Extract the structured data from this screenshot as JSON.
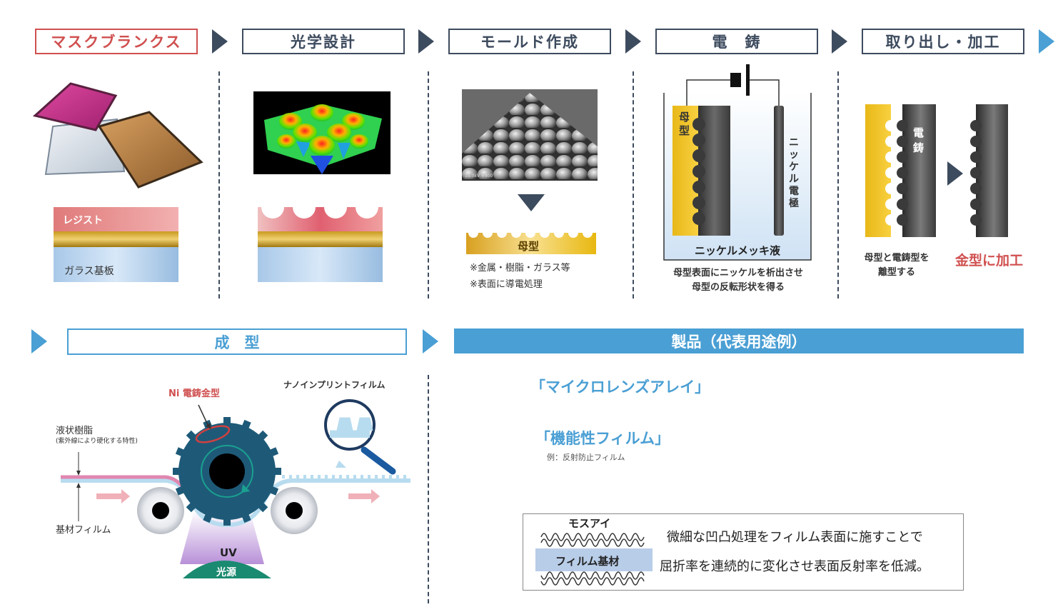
{
  "steps": [
    {
      "label": "マスクブランクス"
    },
    {
      "label": "光学設計"
    },
    {
      "label": "モールド作成"
    },
    {
      "label": "電　鋳"
    },
    {
      "label": "取り出し・加工"
    }
  ],
  "mask": {
    "resist": "レジスト",
    "glass": "ガラス基板"
  },
  "mold": {
    "label": "母型",
    "note1": "※金属・樹脂・ガラス等",
    "note2": "※表面に導電処理",
    "sem_text": "15.0kV ×400"
  },
  "electro": {
    "mother": "母型",
    "electrode": "ニッケル電極",
    "bath": "ニッケルメッキ液",
    "desc1": "母型表面にニッケルを析出させ",
    "desc2": "母型の反転形状を得る"
  },
  "extract": {
    "electroform": "電鋳",
    "desc1": "母型と電鋳型を",
    "desc2": "離型する",
    "result": "金型に加工"
  },
  "molding": {
    "title": "成　型",
    "ni_mold": "Ni 電鋳金型",
    "nanoimprint": "ナノインプリントフィルム",
    "resin": "液状樹脂",
    "resin_note": "(紫外線により硬化する特性)",
    "base_film": "基材フィルム",
    "uv": "UV",
    "light_source": "光源"
  },
  "products": {
    "title": "製品（代表用途例）",
    "item1": "「マイクロレンズアレイ」",
    "item2": "「機能性フィルム」",
    "item2_example": "例：反射防止フィルム",
    "mosseye_label": "モスアイ",
    "film_base": "フィルム基材",
    "mosseye_desc1": "微細な凹凸処理をフィルム表面に施すことで",
    "mosseye_desc2": "屈折率を連続的に変化させ表面反射率を低減。"
  },
  "colors": {
    "navy": "#3d4b5e",
    "accent_red": "#d05050",
    "accent_blue": "#4a9fd4",
    "gold": "#e8b820"
  }
}
